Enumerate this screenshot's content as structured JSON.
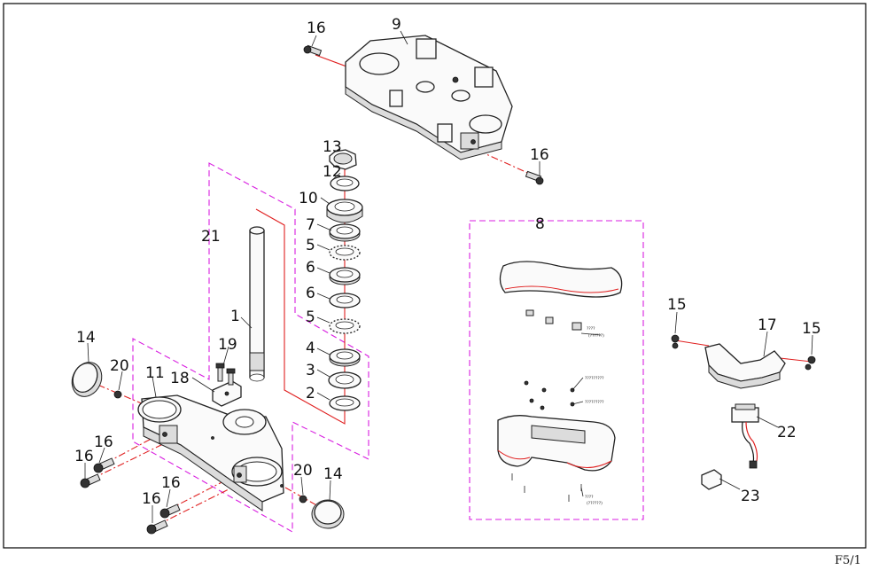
{
  "callouts": {
    "c1": "1",
    "c2": "2",
    "c3": "3",
    "c4": "4",
    "c5a": "5",
    "c5b": "5",
    "c6a": "6",
    "c6b": "6",
    "c7": "7",
    "c8": "8",
    "c9": "9",
    "c10": "10",
    "c11": "11",
    "c12": "12",
    "c13": "13",
    "c14a": "14",
    "c14b": "14",
    "c15a": "15",
    "c15b": "15",
    "c16a": "16",
    "c16b": "16",
    "c16c": "16",
    "c16d": "16",
    "c16e": "16",
    "c16f": "16",
    "c17": "17",
    "c18": "18",
    "c19": "19",
    "c20a": "20",
    "c20b": "20",
    "c21": "21",
    "c22": "22",
    "c23": "23"
  },
  "page_ref": "F5/1",
  "colors": {
    "frame": "#000000",
    "group_box": "#d81ee0",
    "assembly_line": "#e02020"
  }
}
